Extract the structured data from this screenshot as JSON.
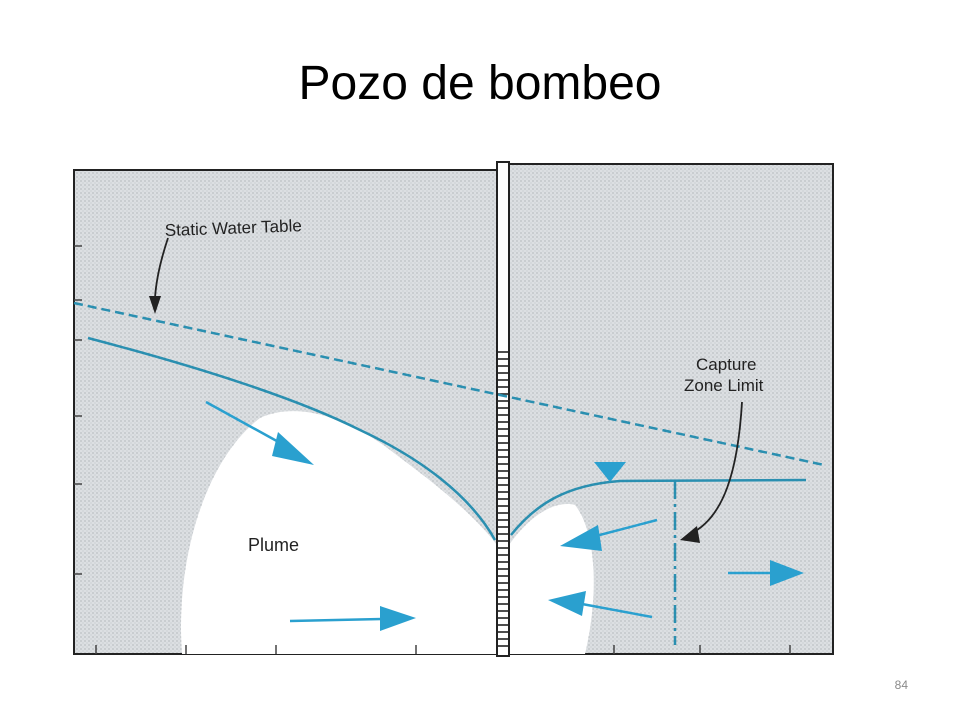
{
  "slide": {
    "title": "Pozo de bombeo",
    "page_number": "84"
  },
  "diagram": {
    "labels": {
      "static_water_table": "Static Water Table",
      "capture_zone_line1": "Capture",
      "capture_zone_line2": "Zone Limit",
      "plume": "Plume"
    },
    "colors": {
      "aquifer_fill": "#d9dde0",
      "water_line": "#2a8fb0",
      "flow_arrow": "#2aa0cf",
      "plume_fill": "#ffffff",
      "outline": "#222222"
    }
  }
}
